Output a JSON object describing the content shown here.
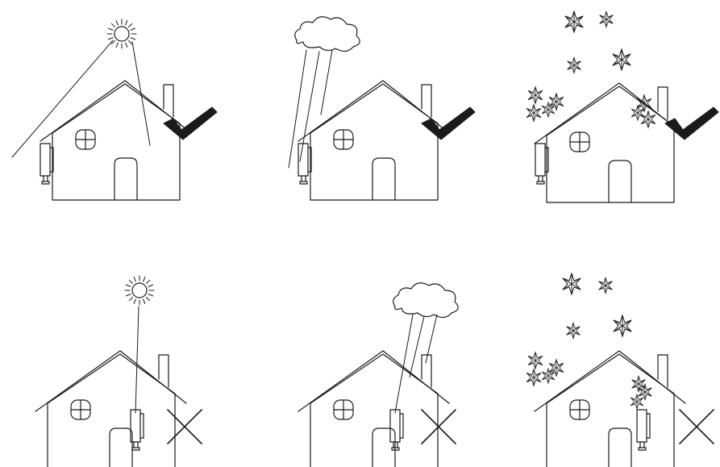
{
  "panels": [
    {
      "id": "sun-ok",
      "weather": "sun",
      "mount": "sheltered",
      "verdict": "correct"
    },
    {
      "id": "rain-ok",
      "weather": "rain",
      "mount": "sheltered",
      "verdict": "correct"
    },
    {
      "id": "snow-ok",
      "weather": "snow",
      "mount": "sheltered",
      "verdict": "correct"
    },
    {
      "id": "sun-bad",
      "weather": "sun",
      "mount": "exposed",
      "verdict": "incorrect"
    },
    {
      "id": "rain-bad",
      "weather": "rain",
      "mount": "exposed",
      "verdict": "incorrect"
    },
    {
      "id": "snow-bad",
      "weather": "snow",
      "mount": "exposed",
      "verdict": "incorrect"
    }
  ],
  "icons": {
    "correct": "checkmark-icon",
    "incorrect": "cross-icon",
    "sun": "sun-icon",
    "rain": "rain-cloud-icon",
    "snow": "snowflake-icon",
    "device": "inverter-icon"
  },
  "colors": {
    "stroke": "#1a1a1a",
    "background": "#ffffff"
  }
}
